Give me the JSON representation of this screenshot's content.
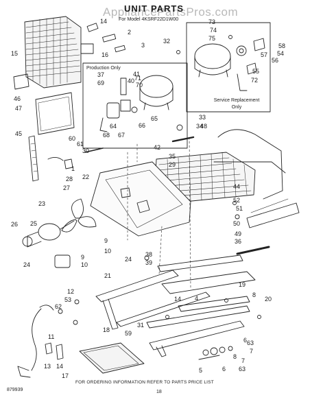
{
  "header": {
    "title": "UNIT PARTS",
    "model": "For Model 4KSRF22D1W00",
    "watermark": "AppliancePartsPros.com"
  },
  "boxes": {
    "production_only": "Production Only",
    "service_replacement_line1": "Service Replacement",
    "service_replacement_line2": "Only"
  },
  "footer": {
    "ordering_info": "FOR ORDERING INFORMATION REFER TO PARTS PRICE LIST",
    "code": "879939",
    "page": "18"
  },
  "part_numbers": [
    "1",
    "2",
    "3",
    "4",
    "5",
    "6",
    "7",
    "8",
    "9",
    "10",
    "11",
    "12",
    "13",
    "14",
    "14",
    "14",
    "15",
    "16",
    "17",
    "18",
    "19",
    "20",
    "21",
    "22",
    "23",
    "24",
    "24",
    "25",
    "26",
    "27",
    "28",
    "29",
    "30",
    "31",
    "32",
    "33",
    "34",
    "35",
    "36",
    "37",
    "38",
    "39",
    "40",
    "41",
    "42",
    "44",
    "45",
    "46",
    "47",
    "48",
    "49",
    "50",
    "51",
    "52",
    "53",
    "54",
    "55",
    "56",
    "57",
    "58",
    "59",
    "60",
    "61",
    "62",
    "63",
    "63",
    "64",
    "65",
    "66",
    "67",
    "68",
    "69",
    "70",
    "71",
    "72",
    "73",
    "74",
    "75",
    "7",
    "8",
    "6",
    "9",
    "10"
  ]
}
